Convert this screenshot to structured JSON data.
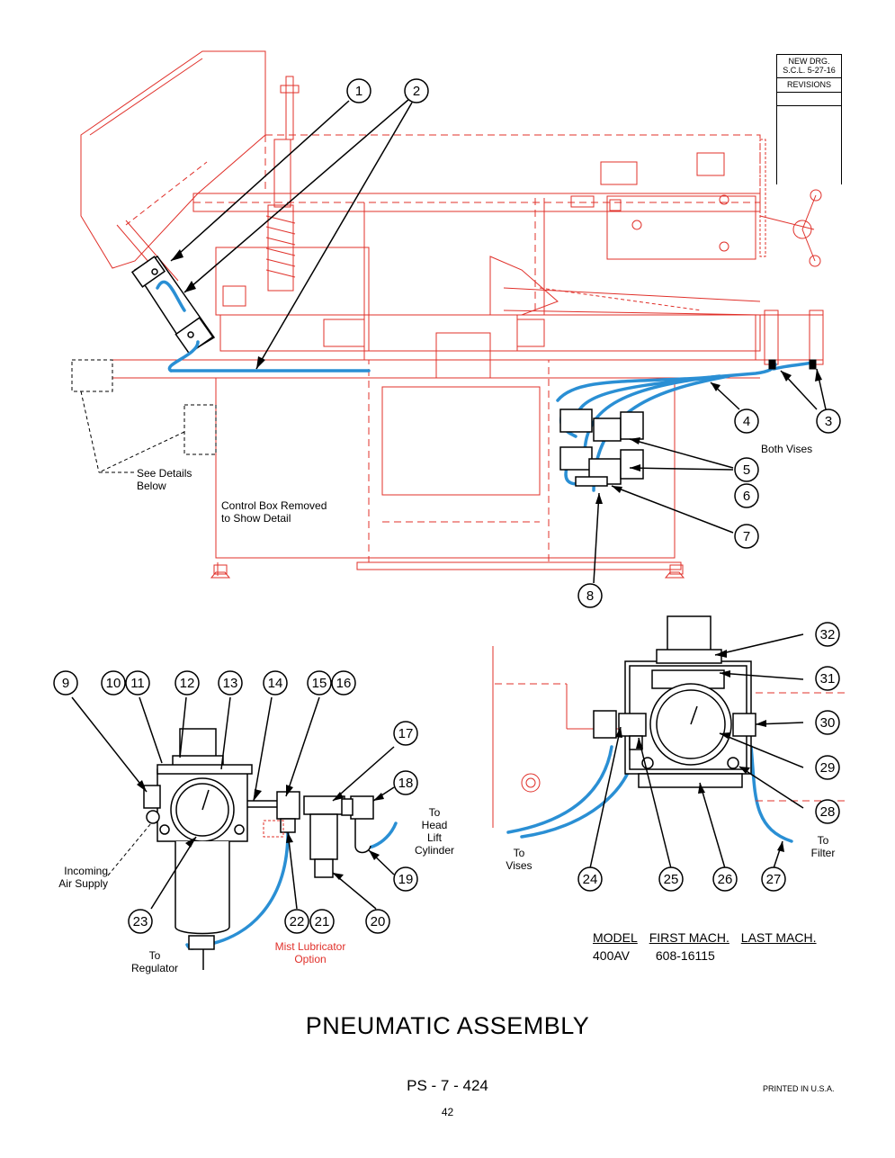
{
  "revision_block": {
    "line1": "NEW DRG.",
    "line2": "S.C.L. 5-27-16",
    "line3": "REVISIONS"
  },
  "callouts": [
    "1",
    "2",
    "3",
    "4",
    "5",
    "6",
    "7",
    "8",
    "9",
    "10",
    "11",
    "12",
    "13",
    "14",
    "15",
    "16",
    "17",
    "18",
    "19",
    "20",
    "21",
    "22",
    "23",
    "24",
    "25",
    "26",
    "27",
    "28",
    "29",
    "30",
    "31",
    "32"
  ],
  "notes": {
    "both_vises": "Both Vises",
    "see_details_1": "See Details",
    "see_details_2": "Below",
    "control_box_1": "Control Box Removed",
    "control_box_2": "to Show Detail",
    "incoming_1": "Incoming",
    "incoming_2": "Air Supply",
    "to_regulator_1": "To",
    "to_regulator_2": "Regulator",
    "mist_1": "Mist Lubricator",
    "mist_2": "Option",
    "head_lift_1": "To",
    "head_lift_2": "Head Lift",
    "head_lift_3": "Cylinder",
    "to_vises_1": "To",
    "to_vises_2": "Vises",
    "to_filter_1": "To",
    "to_filter_2": "Filter"
  },
  "model_table": {
    "col_model": "MODEL",
    "col_first": "FIRST MACH.",
    "col_last": "LAST MACH.",
    "model": "400AV",
    "first": "608-16115",
    "last": ""
  },
  "title": "PNEUMATIC ASSEMBLY",
  "page_code": "PS - 7 - 424",
  "printed": "PRINTED IN U.S.A.",
  "page_number": "42",
  "colors": {
    "machine_outline": "#e0302a",
    "air_hose": "#2a8fd4",
    "ink": "#000000"
  }
}
